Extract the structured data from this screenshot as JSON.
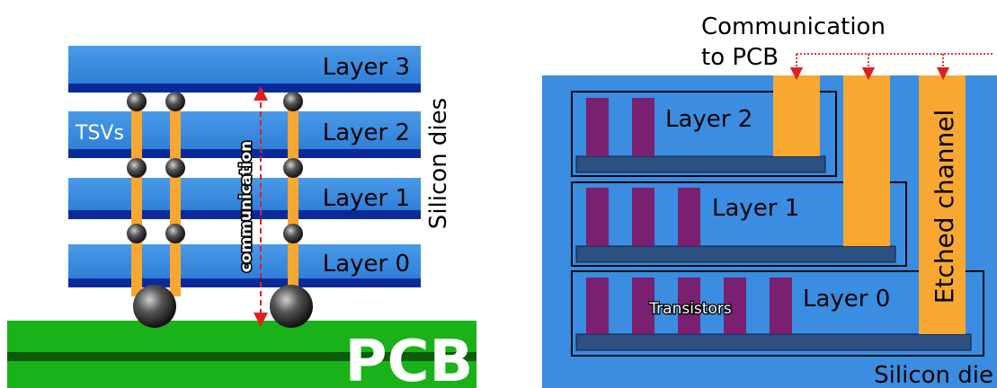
{
  "left_panel": {
    "layers": [
      "Layer 3",
      "Layer 2",
      "Layer 1",
      "Layer 0"
    ],
    "tsvs_label": "TSVs",
    "communication_label": "communication",
    "silicon_dies_label": "Silicon dies",
    "pcb_label": "PCB"
  },
  "right_panel": {
    "comm_title_line1": "Communication",
    "comm_title_line2": "to PCB",
    "layers": [
      "Layer 2",
      "Layer 1",
      "Layer 0"
    ],
    "transistors_label": "Transistors",
    "etched_channel_label": "Etched channel",
    "silicon_die_label": "Silicon die"
  },
  "colors": {
    "layer_light": "#3e8fe0",
    "layer_dark": "#0a2a9a",
    "tsv": "#f8a830",
    "pcb_green": "#19b219",
    "pcb_dark": "#0b5b0b",
    "die_blue": "#3a8de0",
    "transistor": "#7a2070",
    "substrate": "#2c5080",
    "comm_arrow": "#e02020"
  }
}
